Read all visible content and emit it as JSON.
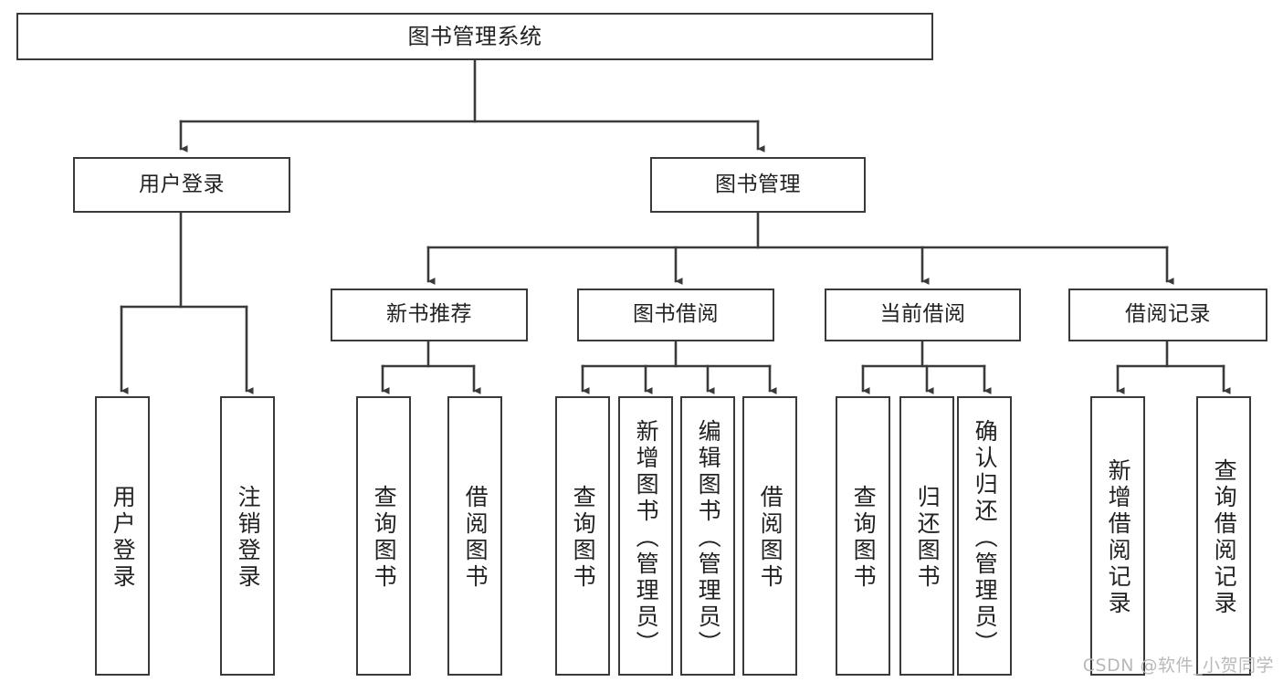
{
  "diagram": {
    "title": "图书管理系统",
    "watermark": "CSDN @软件_小贺同学",
    "colors": {
      "stroke": "#3a3a3a",
      "fill": "#ffffff",
      "text": "#222222",
      "watermark": "#b9b9b9"
    },
    "levels": {
      "root": {
        "label": "图书管理系统"
      },
      "level2": [
        {
          "id": "user-login",
          "label": "用户登录"
        },
        {
          "id": "book-management",
          "label": "图书管理"
        }
      ],
      "level3": [
        {
          "id": "new-book-recommend",
          "label": "新书推荐",
          "parent": "book-management"
        },
        {
          "id": "book-borrow",
          "label": "图书借阅",
          "parent": "book-management"
        },
        {
          "id": "current-borrow",
          "label": "当前借阅",
          "parent": "book-management"
        },
        {
          "id": "borrow-record",
          "label": "借阅记录",
          "parent": "book-management"
        }
      ],
      "leaves": [
        {
          "id": "leaf-user-login",
          "label": "用户登录",
          "parent": "user-login"
        },
        {
          "id": "leaf-user-logout",
          "label": "注销登录",
          "parent": "user-login"
        },
        {
          "id": "leaf-query-book-1",
          "label": "查询图书",
          "parent": "new-book-recommend"
        },
        {
          "id": "leaf-borrow-book-1",
          "label": "借阅图书",
          "parent": "new-book-recommend"
        },
        {
          "id": "leaf-query-book-2",
          "label": "查询图书",
          "parent": "book-borrow"
        },
        {
          "id": "leaf-add-book",
          "label": "新增图书（管理员）",
          "parent": "book-borrow"
        },
        {
          "id": "leaf-edit-book",
          "label": "编辑图书（管理员）",
          "parent": "book-borrow"
        },
        {
          "id": "leaf-borrow-book-2",
          "label": "借阅图书",
          "parent": "book-borrow"
        },
        {
          "id": "leaf-query-book-3",
          "label": "查询图书",
          "parent": "current-borrow"
        },
        {
          "id": "leaf-return-book",
          "label": "归还图书",
          "parent": "current-borrow"
        },
        {
          "id": "leaf-confirm-return",
          "label": "确认归还（管理员）",
          "parent": "current-borrow"
        },
        {
          "id": "leaf-add-record",
          "label": "新增借阅记录",
          "parent": "borrow-record"
        },
        {
          "id": "leaf-query-record",
          "label": "查询借阅记录",
          "parent": "borrow-record"
        }
      ]
    }
  }
}
